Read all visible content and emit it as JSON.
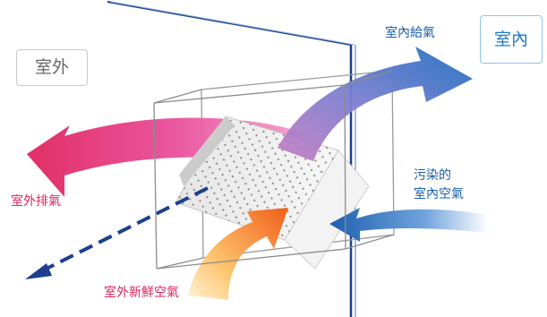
{
  "labels": {
    "outdoor": "室外",
    "indoor": "室內"
  },
  "annotations": {
    "supply_air": "室內給氣",
    "exhaust_air": "室外排氣",
    "fresh_air": "室外新鮮空氣",
    "polluted_air_line1": "污染的",
    "polluted_air_line2": "室內空氣"
  },
  "colors": {
    "supply": "#1e6fc1",
    "exhaust": "#e0245e",
    "fresh": "#f06a1c",
    "wall": "#1a3f86",
    "dashed_arrow": "#1e3f8f",
    "label_outdoor_text": "#666666",
    "label_indoor_text": "#1f78c8"
  }
}
